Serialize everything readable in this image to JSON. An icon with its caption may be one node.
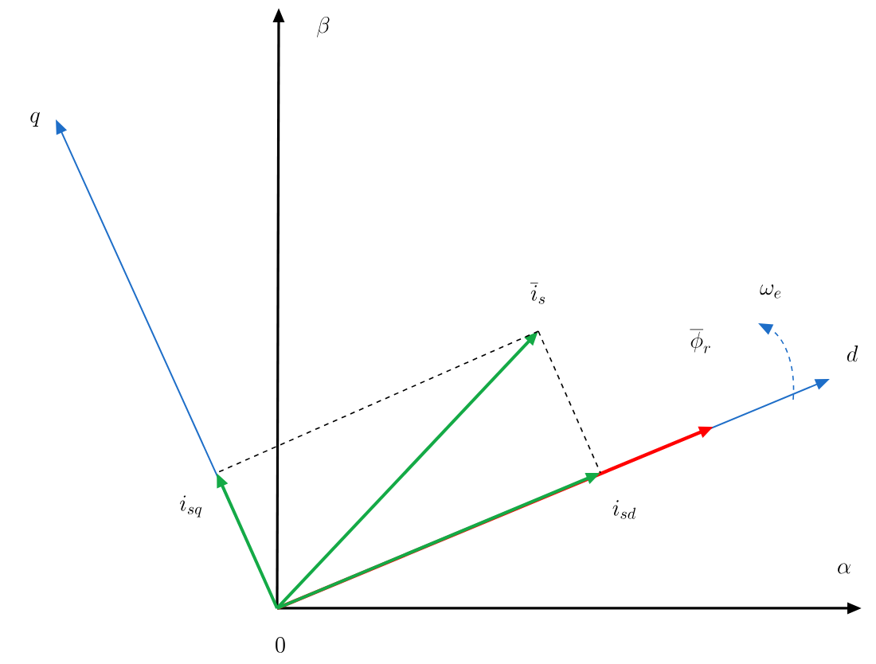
{
  "diagram": {
    "labels": [
      "q",
      "\\beta",
      "\\overline{i}_{s}",
      "\\omega_{e}",
      "d",
      "\\overline{\\phi}_{r}",
      "i_{sq}",
      "i_{sd}",
      "\\alpha",
      "0"
    ]
  }
}
